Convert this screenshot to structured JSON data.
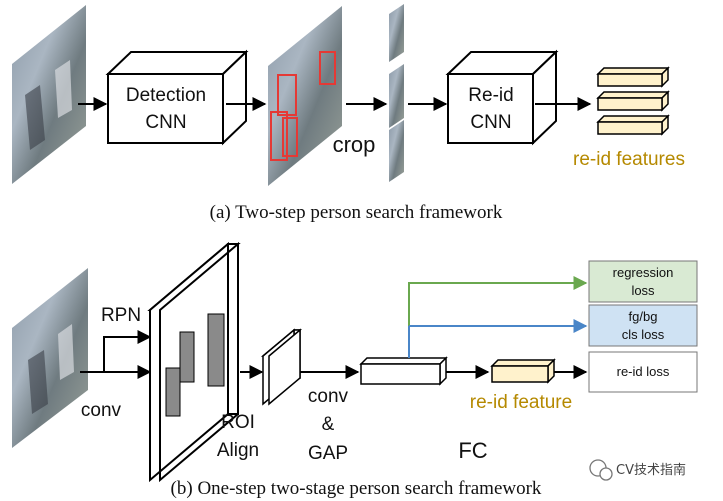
{
  "part_a": {
    "detection_box": [
      "Detection",
      "CNN"
    ],
    "crop_label": "crop",
    "reid_box": [
      "Re-id",
      "CNN"
    ],
    "features_label": "re-id features",
    "caption": "(a) Two-step person search framework"
  },
  "part_b": {
    "rpn_label": "RPN",
    "conv_label": "conv",
    "roi_label": [
      "ROI",
      "Align"
    ],
    "conv_gap_label": [
      "conv",
      "&",
      "GAP"
    ],
    "fc_label": "FC",
    "feature_label": "re-id feature",
    "losses": {
      "regression": [
        "regression",
        "loss"
      ],
      "fgbg": [
        "fg/bg",
        "cls loss"
      ],
      "reid": "re-id loss"
    },
    "caption": "(b) One-step two-stage person search framework"
  },
  "watermark": "CV技术指南",
  "colors": {
    "green_arrow": "#6aa84f",
    "blue_arrow": "#4a86c8",
    "regression_fill": "#d9ead3",
    "fgbg_fill": "#cfe2f3",
    "feature_fill": "#fff2cc",
    "feature_text": "#b58900",
    "bbox_red": "#e53935",
    "box_grey": "#8a8a8a"
  },
  "icons": [
    "photo-icon",
    "wechat-icon"
  ]
}
